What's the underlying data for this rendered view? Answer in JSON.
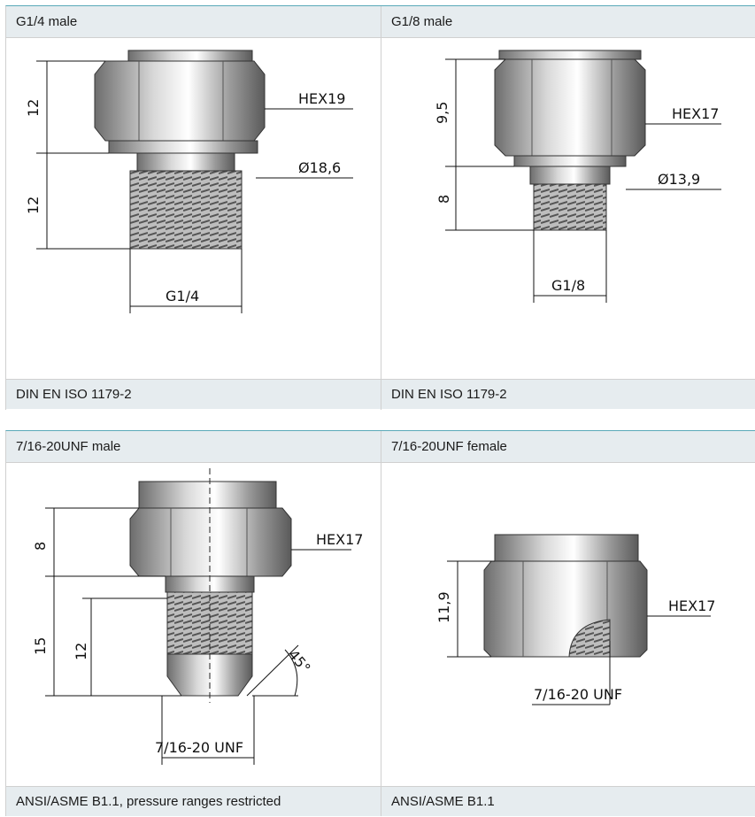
{
  "top": {
    "left": {
      "title": "G1/4 male",
      "footer": "DIN EN ISO 1179-2",
      "dims": {
        "d1": "12",
        "d2": "12",
        "hex": "HEX19",
        "dia": "Ø18,6",
        "thread": "G1/4"
      }
    },
    "right": {
      "title": "G1/8 male",
      "footer": "DIN EN ISO 1179-2",
      "dims": {
        "d1": "9,5",
        "d2": "8",
        "hex": "HEX17",
        "dia": "Ø13,9",
        "thread": "G1/8"
      }
    }
  },
  "bottom": {
    "left": {
      "title": "7/16-20UNF male",
      "footer": "ANSI/ASME B1.1, pressure ranges restricted",
      "dims": {
        "d1": "8",
        "d2": "15",
        "d3": "12",
        "hex": "HEX17",
        "angle": "45°",
        "thread": "7/16-20 UNF"
      }
    },
    "right": {
      "title": "7/16-20UNF female",
      "footer": "ANSI/ASME B1.1",
      "dims": {
        "d1": "11,9",
        "hex": "HEX17",
        "thread": "7/16-20 UNF"
      }
    }
  },
  "colors": {
    "header_bg": "#e6ecef",
    "accent_border": "#5aa9b8",
    "grid_line": "#d0d0d0"
  }
}
